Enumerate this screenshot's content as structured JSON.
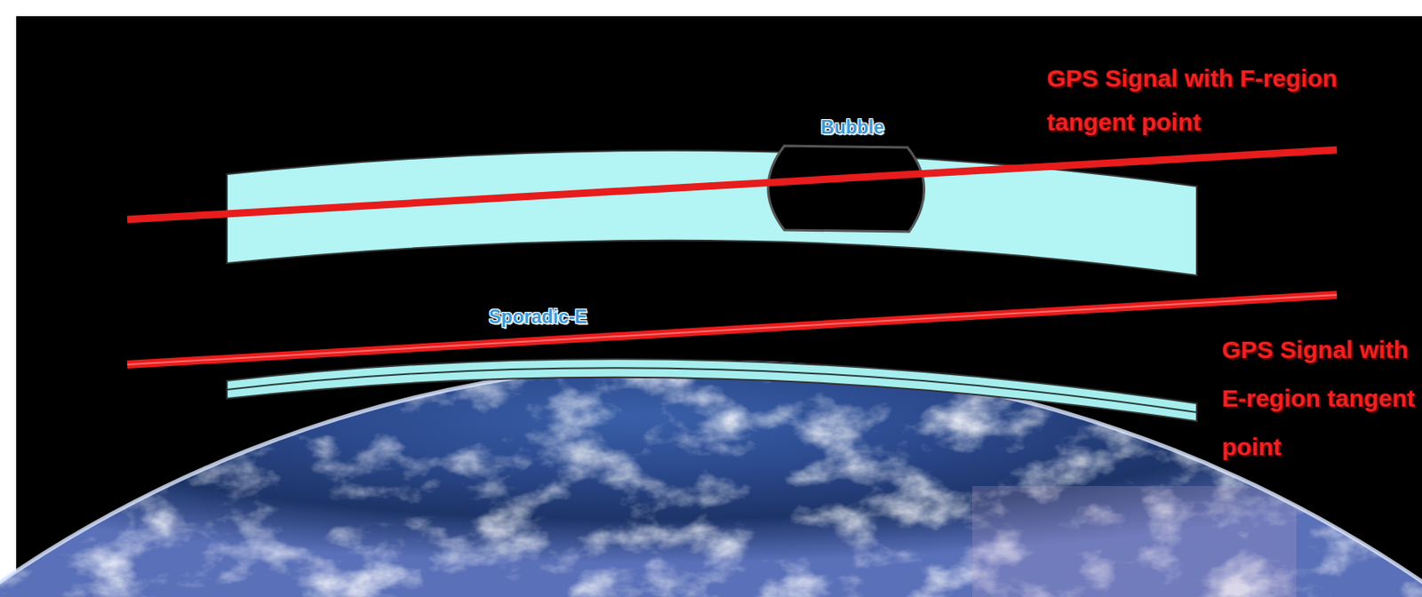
{
  "diagram": {
    "labels": [
      "GPS Signal with F-region tangent point",
      "Bubble",
      "Sporadic-E",
      "GPS Signal with E-region tangent point"
    ]
  }
}
